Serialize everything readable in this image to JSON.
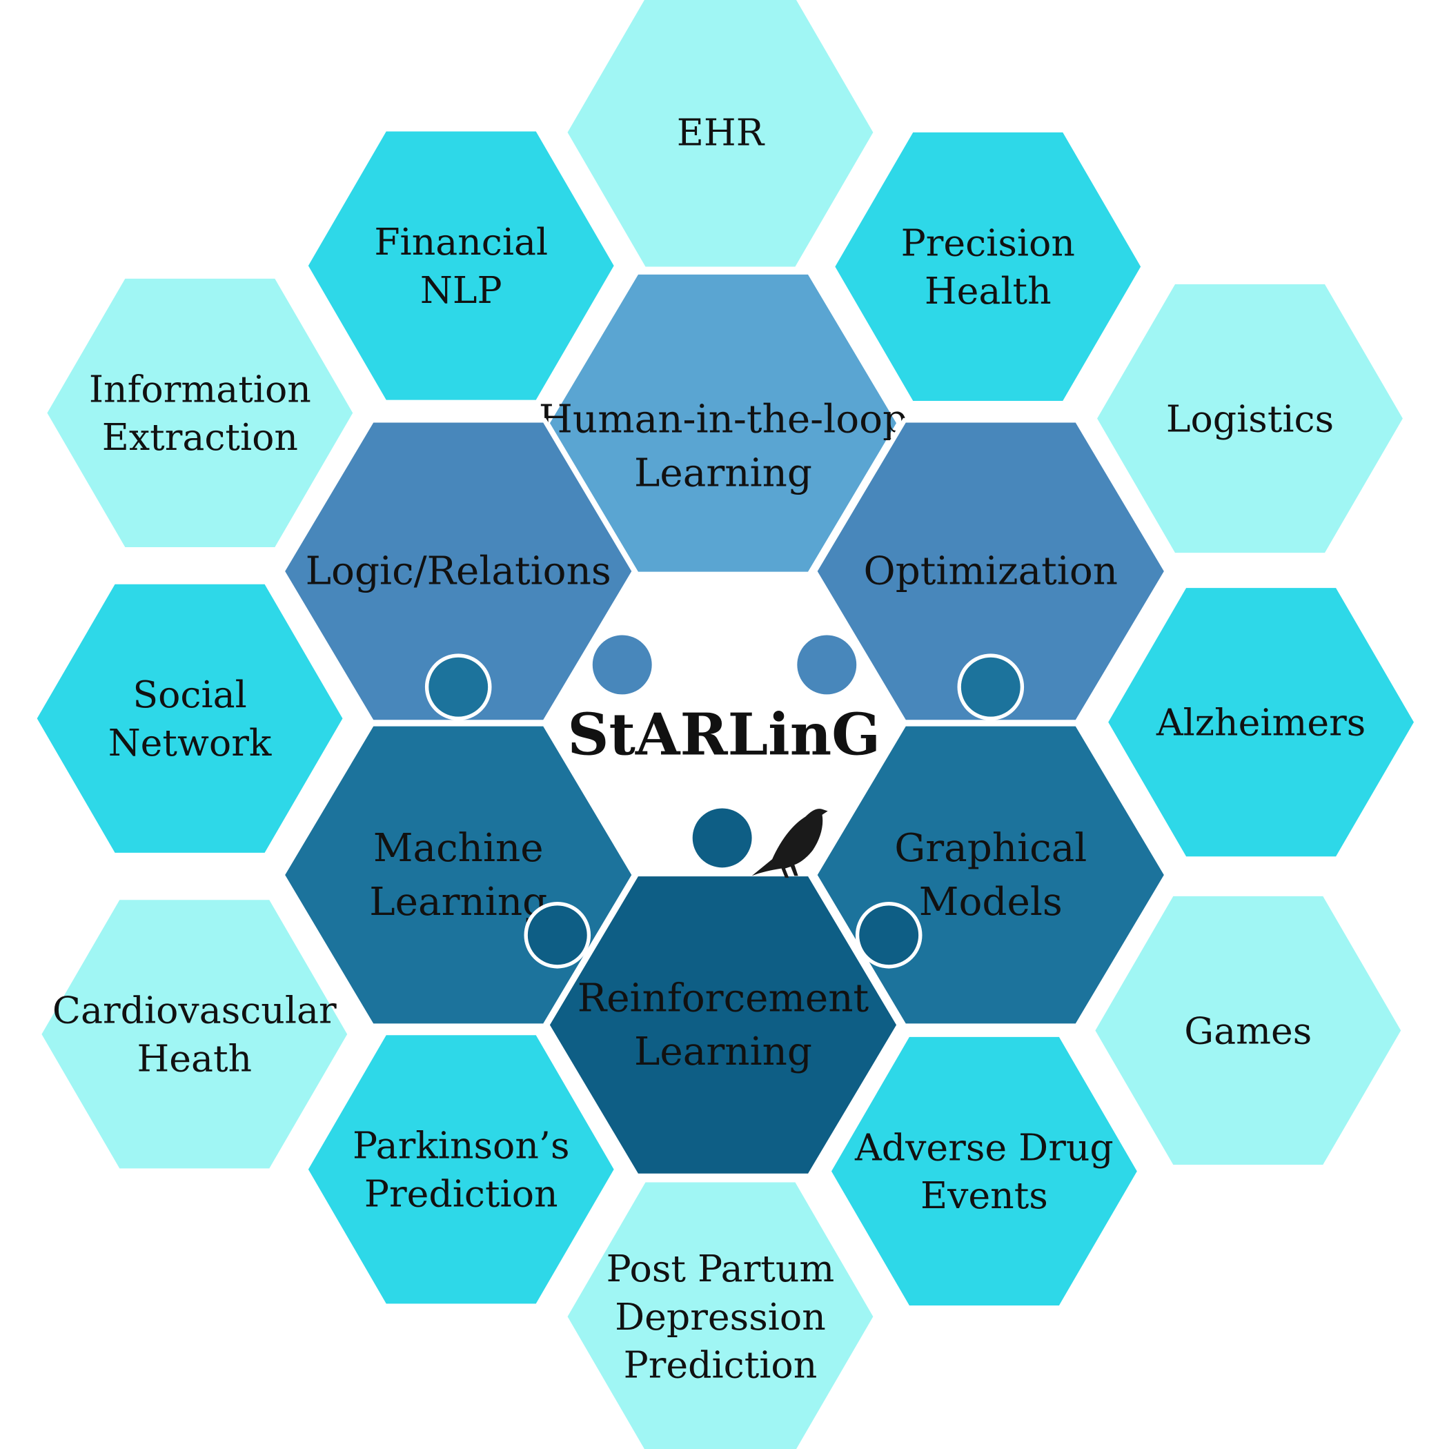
{
  "title": "StARLinG",
  "colors": {
    "light": "#a0f6f4",
    "cyan": "#2ed8e8",
    "hitl": "#5aa5d2",
    "mid": "#4887bb",
    "deep": "#1c739c",
    "darkest": "#0e5e85"
  },
  "outer": [
    {
      "id": "ehr",
      "lines": [
        "EHR"
      ]
    },
    {
      "id": "financial-nlp",
      "lines": [
        "Financial",
        "NLP"
      ]
    },
    {
      "id": "precision-health",
      "lines": [
        "Precision",
        "Health"
      ]
    },
    {
      "id": "information-extraction",
      "lines": [
        "Information",
        "Extraction"
      ]
    },
    {
      "id": "logistics",
      "lines": [
        "Logistics"
      ]
    },
    {
      "id": "social-network",
      "lines": [
        "Social",
        "Network"
      ]
    },
    {
      "id": "alzheimers",
      "lines": [
        "Alzheimers"
      ]
    },
    {
      "id": "cardiovascular-heath",
      "lines": [
        "Cardiovascular",
        "Heath"
      ]
    },
    {
      "id": "games",
      "lines": [
        "Games"
      ]
    },
    {
      "id": "parkinsons-prediction",
      "lines": [
        "Parkinson’s",
        "Prediction"
      ]
    },
    {
      "id": "adverse-drug-events",
      "lines": [
        "Adverse Drug",
        "Events"
      ]
    },
    {
      "id": "post-partum",
      "lines": [
        "Post Partum",
        "Depression",
        "Prediction"
      ]
    }
  ],
  "inner": [
    {
      "id": "human-in-the-loop",
      "lines": [
        "Human-in-the-loop",
        "Learning"
      ]
    },
    {
      "id": "logic-relations",
      "lines": [
        "Logic/Relations"
      ]
    },
    {
      "id": "optimization",
      "lines": [
        "Optimization"
      ]
    },
    {
      "id": "machine-learning",
      "lines": [
        "Machine",
        "Learning"
      ]
    },
    {
      "id": "graphical-models",
      "lines": [
        "Graphical",
        "Models"
      ]
    },
    {
      "id": "reinforcement-learning",
      "lines": [
        "Reinforcement",
        "Learning"
      ]
    }
  ]
}
